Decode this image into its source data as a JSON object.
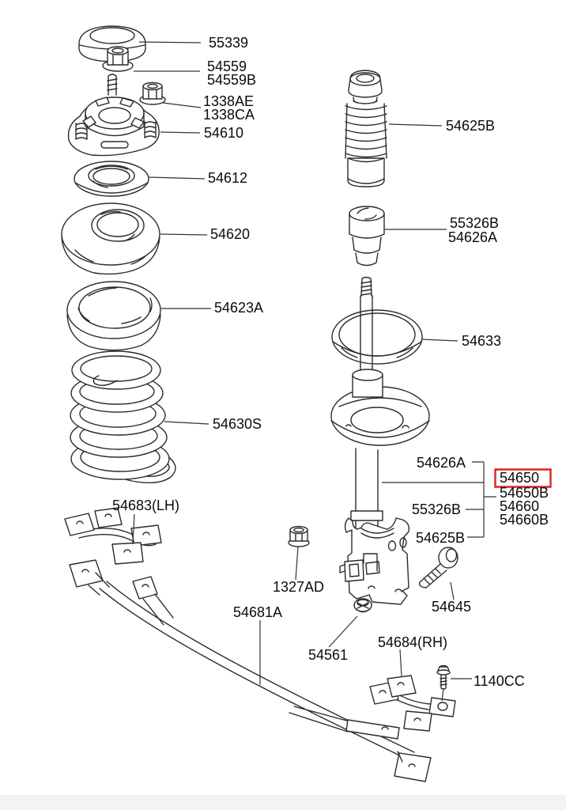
{
  "diagram": {
    "description_labels": {
      "n55339": "55339",
      "n54559": "54559",
      "n54559B": "54559B",
      "n1338AE": "1338AE",
      "n1338CA": "1338CA",
      "n54610": "54610",
      "n54612": "54612",
      "n54620": "54620",
      "n54623A": "54623A",
      "n54630S": "54630S",
      "n54683": "54683(LH)",
      "n54625B_boot": "54625B",
      "n55326B_bump": "55326B",
      "n54626A_bump": "54626A",
      "n54633": "54633",
      "n54626A_strut": "54626A",
      "n54650": "54650",
      "n54650B": "54650B",
      "n54660": "54660",
      "n54660B": "54660B",
      "n55326B_strut": "55326B",
      "n54625B_strut": "54625B",
      "n1327AD": "1327AD",
      "n54681A": "54681A",
      "n54645": "54645",
      "n54561": "54561",
      "n54684": "54684(RH)",
      "n1140CC": "1140CC"
    },
    "highlight": {
      "part_number": "54650",
      "box_color": "#dd2222"
    },
    "colors": {
      "background": "#ffffff",
      "line": "#2b2b2b",
      "text": "#0b0b0b"
    }
  }
}
